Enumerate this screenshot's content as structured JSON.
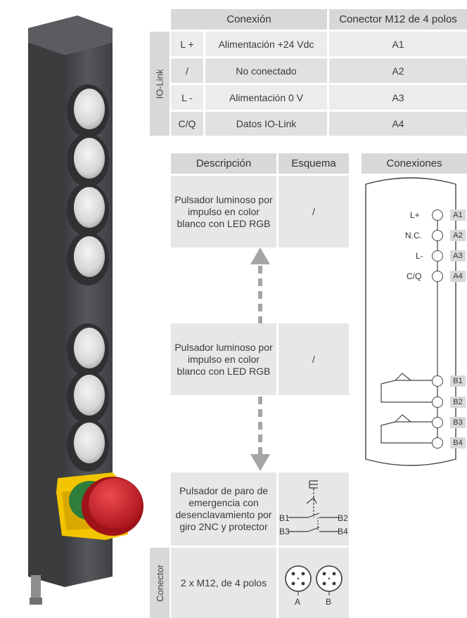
{
  "pin_table": {
    "header_connection": "Conexión",
    "header_connector": "Conector M12 de 4 polos",
    "side_label": "IO-Link",
    "rows": [
      {
        "pin": "L +",
        "desc": "Alimentación +24 Vdc",
        "contact": "A1"
      },
      {
        "pin": "/",
        "desc": "No conectado",
        "contact": "A2"
      },
      {
        "pin": "L -",
        "desc": "Alimentación 0 V",
        "contact": "A3"
      },
      {
        "pin": "C/Q",
        "desc": "Datos IO-Link",
        "contact": "A4"
      }
    ]
  },
  "desc_table": {
    "header_description": "Descripción",
    "header_schema": "Esquema",
    "header_connections": "Conexiones",
    "item1_desc": "Pulsador luminoso por impulso en color blanco con LED RGB",
    "item1_schema": "/",
    "item2_desc": "Pulsador luminoso por impulso en color blanco con LED RGB",
    "item2_schema": "/",
    "item3_desc": "Pulsador de paro de emergencia con desenclavamiento por giro 2NC y protector",
    "schema_labels": {
      "b1": "B1",
      "b2": "B2",
      "b3": "B3",
      "b4": "B4"
    },
    "connector_side_label": "Conector",
    "connector_desc": "2 x M12, de 4 polos",
    "connector_a": "A",
    "connector_b": "B"
  },
  "connections": {
    "labels": [
      "L+",
      "N.C.",
      "L-",
      "C/Q"
    ],
    "tags_a": [
      "A1",
      "A2",
      "A3",
      "A4"
    ],
    "tags_b": [
      "B1",
      "B2",
      "B3",
      "B4"
    ]
  },
  "colors": {
    "header_gray": "#d8d8d8",
    "row_light": "#ececec",
    "row_dark": "#e1e1e1",
    "housing": "#4a4c4f",
    "emergency_red": "#d42027",
    "guard_yellow": "#f2c500",
    "arrow_gray": "#a5a5a5"
  }
}
